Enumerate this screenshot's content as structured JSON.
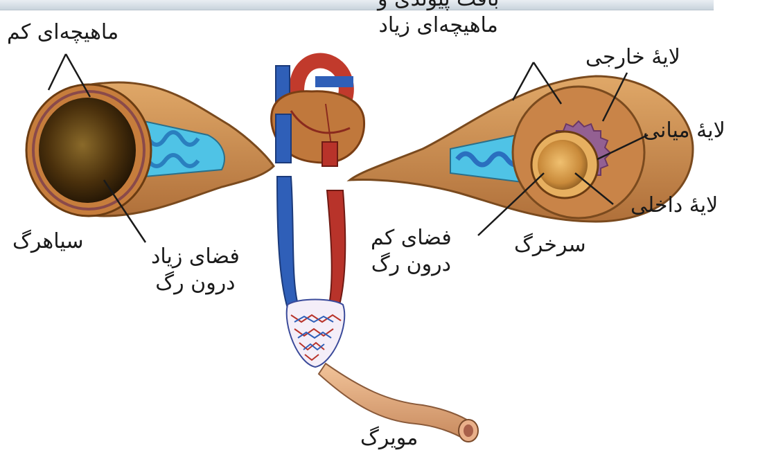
{
  "labels": {
    "vein_low_muscle": "ماهیچه‌ای کم",
    "artery_tissue": "بافت پیوندی و\nماهیچه‌ای زیاد",
    "outer_layer": "لایهٔ خارجی",
    "middle_layer": "لایهٔ میانی",
    "inner_layer": "لایهٔ داخلی",
    "vein": "سیاهرگ",
    "vein_lumen": "فضای زیاد\nدرون رگ",
    "artery_lumen": "فضای کم\nدرون رگ",
    "artery": "سرخرگ",
    "capillary": "مویرگ"
  },
  "colors": {
    "vein_blue": "#2f5fb8",
    "artery_red": "#b8332a",
    "vessel_tissue": "#c98a4a",
    "lumen_dark": "#5a3a12",
    "inner_cyan": "#4fc3e6"
  }
}
